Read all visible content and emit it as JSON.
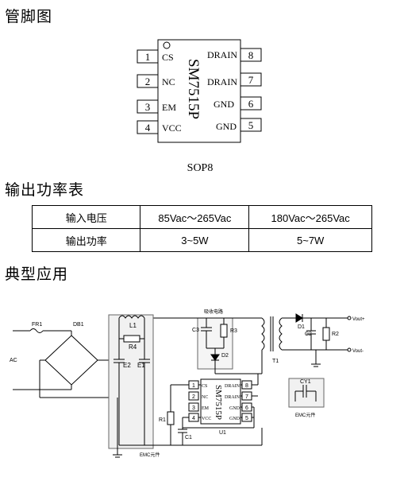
{
  "sections": {
    "pinout_title": "管脚图",
    "power_table_title": "输出功率表",
    "typical_app_title": "典型应用"
  },
  "chip": {
    "part_number": "SM7515P",
    "package": "SOP8",
    "left_pins": [
      {
        "num": "1",
        "name": "CS"
      },
      {
        "num": "2",
        "name": "NC"
      },
      {
        "num": "3",
        "name": "EM"
      },
      {
        "num": "4",
        "name": "VCC"
      }
    ],
    "right_pins": [
      {
        "num": "8",
        "name": "DRAIN"
      },
      {
        "num": "7",
        "name": "DRAIN"
      },
      {
        "num": "6",
        "name": "GND"
      },
      {
        "num": "5",
        "name": "GND"
      }
    ]
  },
  "power_table": {
    "rows": [
      [
        "输入电压",
        "85Vac～265Vac",
        "180Vac～265Vac"
      ],
      [
        "输出功率",
        "3~5W",
        "5~7W"
      ]
    ]
  },
  "circuit": {
    "labels": {
      "fr1": "FR1",
      "db1": "DB1",
      "ac": "AC",
      "l1": "L1",
      "r4": "R4",
      "e2": "E2",
      "e1": "E1",
      "snubber": "吸收电路",
      "c3": "C3",
      "r3": "R3",
      "d2": "D2",
      "t1": "T1",
      "d1": "D1",
      "c2": "C2",
      "r2": "R2",
      "vout_pos": "Vout+",
      "vout_neg": "Vout-",
      "cy1": "CY1",
      "emc_right": "EMC元件",
      "emc_bottom": "EMC元件",
      "r1": "R1",
      "c1": "C1",
      "u1": "U1",
      "chip": "SM7515P"
    },
    "chip_left": [
      {
        "num": "1",
        "name": "CS"
      },
      {
        "num": "2",
        "name": "NC"
      },
      {
        "num": "3",
        "name": "EM"
      },
      {
        "num": "4",
        "name": "VCC"
      }
    ],
    "chip_right": [
      {
        "num": "8",
        "name": "DRAIN"
      },
      {
        "num": "7",
        "name": "DRAIN"
      },
      {
        "num": "6",
        "name": "GND"
      },
      {
        "num": "5",
        "name": "GND"
      }
    ]
  }
}
